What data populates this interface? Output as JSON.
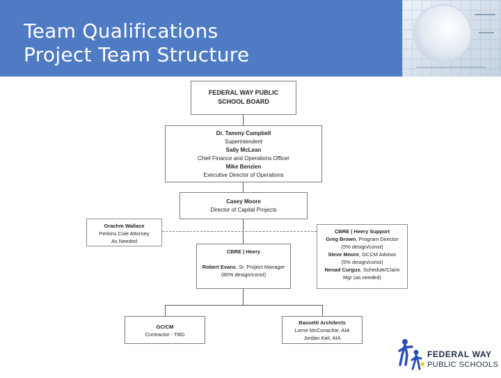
{
  "header": {
    "title_line1": "Team Qualifications",
    "title_line2": "Project Team Structure",
    "background_color": "#4f7bc4"
  },
  "org_chart": {
    "board": {
      "line1": "FEDERAL WAY PUBLIC",
      "line2": "SCHOOL BOARD"
    },
    "superintendent_block": {
      "person1_name": "Dr. Tammy Campbell",
      "person1_title": "Superintendent",
      "person2_name": "Sally McLean",
      "person2_title": "Chief Finance and Operations Officer",
      "person3_name": "Mike Benzien",
      "person3_title": "Executive Director of Operations"
    },
    "capital_projects": {
      "name": "Casey Moore",
      "title": "Director of Capital Projects"
    },
    "legal": {
      "name": "Grachm Wallace",
      "line2": "Perkins Coie Attorney",
      "line3": "As Needed"
    },
    "cbre_heery": {
      "heading": "CBRE | Heery",
      "pm_name": "Robert Evans",
      "pm_title": ", Sr. Project Manager",
      "pm_note": "(80% design/const)"
    },
    "cbre_support": {
      "heading": "CBRE | Heery Support",
      "p1_name": "Greg Brown",
      "p1_title": ", Program Director",
      "p1_note": "(5% design/const)",
      "p2_name": "Steve Moore",
      "p2_title": ", GCCM Advisor",
      "p2_note": "(5% design/const)",
      "p3_name": "Nenad Curgus",
      "p3_title": ", Schedule/Claim",
      "p3_line2": "Mgr (as needed)"
    },
    "gccm": {
      "heading": "GC/CM",
      "line2": "Contractor - TBD"
    },
    "architects": {
      "heading": "Bassetti Architects",
      "line2": "Lorne McConachie, AIA",
      "line3": "Jordan Kiel, AIA"
    }
  },
  "logo": {
    "line1": "FEDERAL WAY",
    "line2": "PUBLIC SCHOOLS",
    "icon": "people-figures-icon"
  }
}
